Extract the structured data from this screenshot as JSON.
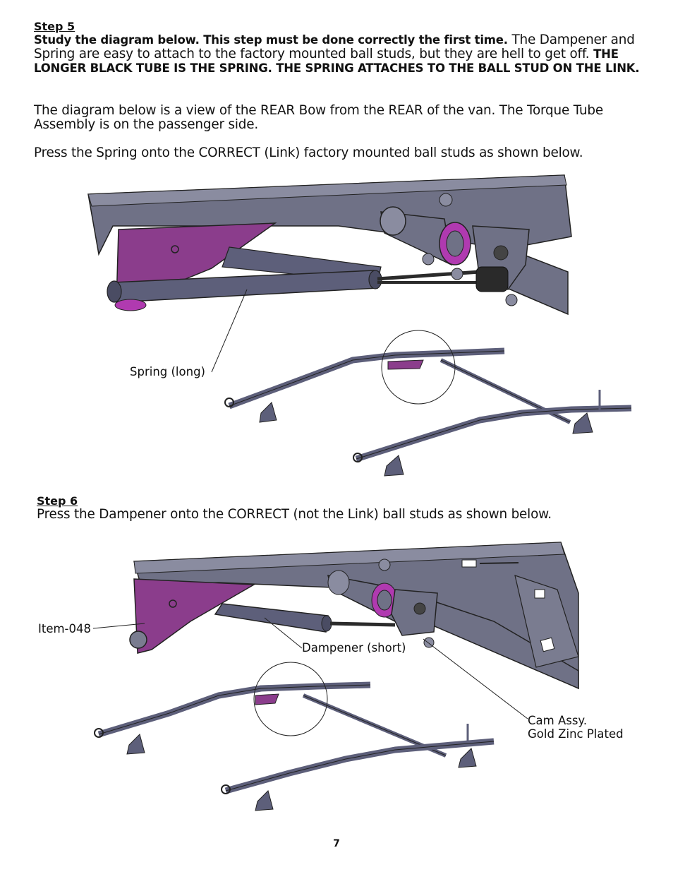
{
  "step5": {
    "heading": "Step 5",
    "bold_intro": "Study the diagram below. This step must be done correctly the first time.",
    "intro_rest": " The Dampener and Spring are easy to attach to the factory mounted ball studs, but they are hell to get off. ",
    "bold_warning": "THE LONGER BLACK TUBE IS THE SPRING. THE SPRING ATTACHES TO THE BALL STUD ON THE LINK.",
    "paragraph2": "The diagram below is a view of the REAR Bow from the REAR of the van. The Torque Tube Assembly is on the passenger side.",
    "paragraph3": "Press the Spring onto the CORRECT (Link) factory mounted ball studs as shown below.",
    "callout_spring": "Spring (long)"
  },
  "step6": {
    "heading": "Step 6",
    "paragraph": "Press the Dampener onto the CORRECT (not the Link) ball studs as shown below.",
    "callout_item": "Item-048",
    "callout_dampener": "Dampener (short)",
    "callout_cam_line1": "Cam Assy.",
    "callout_cam_line2": "Gold Zinc Plated"
  },
  "page_number": "7",
  "colors": {
    "frame": "#6f7186",
    "frame_dark": "#3d3f50",
    "bracket": "#8b3d8c",
    "tube": "#5d5f7a",
    "accent": "#b03ab0"
  }
}
